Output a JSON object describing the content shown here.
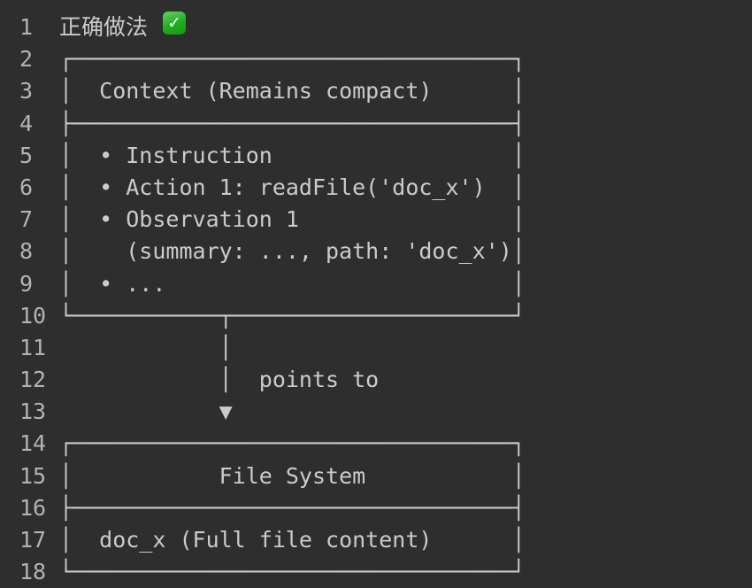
{
  "page": {
    "background": "#2e2e2e",
    "text_color": "#cbcbcb",
    "gutter_color": "#b3b3b3",
    "check_green": "#1fae1f",
    "check_glyph": "✓"
  },
  "diagram": {
    "title": "正确做法",
    "title_icon": "check-mark-button",
    "context_box": {
      "header": "Context (Remains compact)",
      "items": [
        "• Instruction",
        "• Action 1: readFile('doc_x')",
        "• Observation 1",
        "(summary: ..., path: 'doc_x')",
        "• ..."
      ]
    },
    "arrow_label": "points to",
    "file_system_box": {
      "header": "File System",
      "content": "doc_x (Full file content)"
    }
  },
  "editor": {
    "rows": [
      {
        "n": "1",
        "text": "正确做法 ",
        "icon": "check"
      },
      {
        "n": "2",
        "text": "┌─────────────────────────────────┐"
      },
      {
        "n": "3",
        "text": "│  Context (Remains compact)      │"
      },
      {
        "n": "4",
        "text": "├─────────────────────────────────┤"
      },
      {
        "n": "5",
        "text": "│  • Instruction                  │"
      },
      {
        "n": "6",
        "text": "│  • Action 1: readFile('doc_x')  │"
      },
      {
        "n": "7",
        "text": "│  • Observation 1                │"
      },
      {
        "n": "8",
        "text": "│    (summary: ..., path: 'doc_x')│"
      },
      {
        "n": "9",
        "text": "│  • ...                          │"
      },
      {
        "n": "10",
        "text": "└───────────┬─────────────────────┘"
      },
      {
        "n": "11",
        "text": "            │"
      },
      {
        "n": "12",
        "text": "            │  points to"
      },
      {
        "n": "13",
        "text": "            ▼"
      },
      {
        "n": "14",
        "text": "┌─────────────────────────────────┐"
      },
      {
        "n": "15",
        "text": "│           File System           │"
      },
      {
        "n": "16",
        "text": "├─────────────────────────────────┤"
      },
      {
        "n": "17",
        "text": "│  doc_x (Full file content)      │"
      },
      {
        "n": "18",
        "text": "└─────────────────────────────────┘"
      }
    ]
  }
}
